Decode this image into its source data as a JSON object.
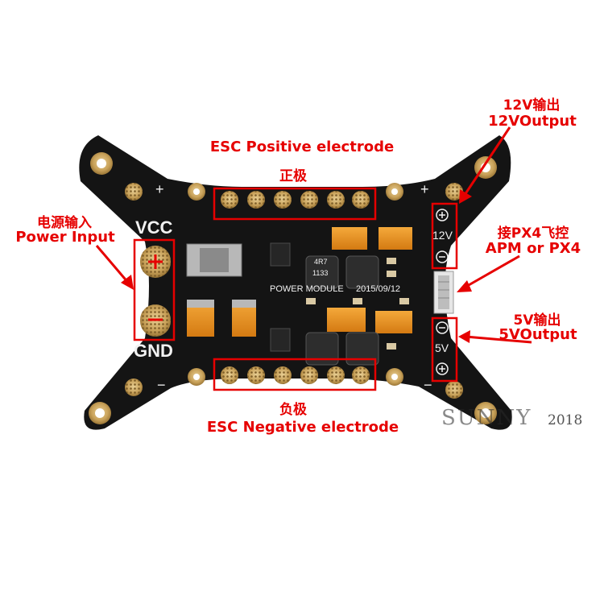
{
  "labels": {
    "esc_positive_en": "ESC Positive electrode",
    "esc_positive_cn": "正极",
    "esc_negative_cn": "负极",
    "esc_negative_en": "ESC Negative electrode",
    "power_input_cn": "电源输入",
    "power_input_en": "Power Input",
    "out12_cn": "12V输出",
    "out12_en": "12VOutput",
    "px4_cn": "接PX4飞控",
    "px4_en": "APM or PX4",
    "out5_cn": "5V输出",
    "out5_en": "5VOutput"
  },
  "silkscreen": {
    "vcc": "VCC",
    "gnd": "GND",
    "module": "POWER MODULE",
    "date": "2015/09/12",
    "v12": "12V",
    "v5": "5V",
    "plus": "+",
    "minus": "−",
    "inductor_code": "4R7",
    "inductor_code2": "1133"
  },
  "watermark": {
    "brand": "SUNNY",
    "year": "2018"
  },
  "colors": {
    "annotation_red": "#e60000",
    "board_black": "#141414",
    "pad_gold": "#c9a25a",
    "capacitor_orange": "#e8931f",
    "silkscreen_white": "#f2f2f2"
  }
}
